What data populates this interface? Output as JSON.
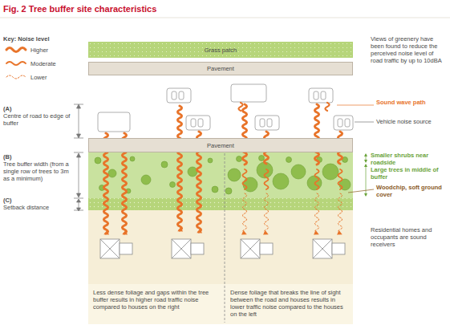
{
  "diagram": {
    "title": "Fig. 2 Tree buffer site characteristics",
    "nodes": [
      {
        "text": [
          "Grass patch"
        ]
      },
      {
        "text": [
          "Pavement"
        ]
      },
      {
        "text": [
          "Pavement"
        ]
      }
    ],
    "labels": [
      "Key: Noise level",
      "Views of greenery have been found to reduce the perceived noise level of road traffic by up to 10dBA",
      "(A)",
      "Centre of road to edge of buffer",
      "(B)",
      "Tree buffer width (from a single row of trees to 3m as a minimum)",
      "(C)",
      "Setback distance",
      "Sound wave path",
      "Vehicle noise source",
      "Smaller shrubs near roadside",
      "Large trees in middle of buffer",
      "Woodchip, soft ground cover",
      "Residential homes and occupants are sound receivers",
      "Less dense foliage and gaps within the tree buffer results in higher road traffic noise compared to houses on the right",
      "Dense foliage that breaks the line of sight between the road and houses results in lower traffic noise compared to the houses on the left"
    ],
    "legend": [
      {
        "text": "Higher"
      },
      {
        "text": "Moderate"
      },
      {
        "text": "Lower"
      }
    ]
  }
}
